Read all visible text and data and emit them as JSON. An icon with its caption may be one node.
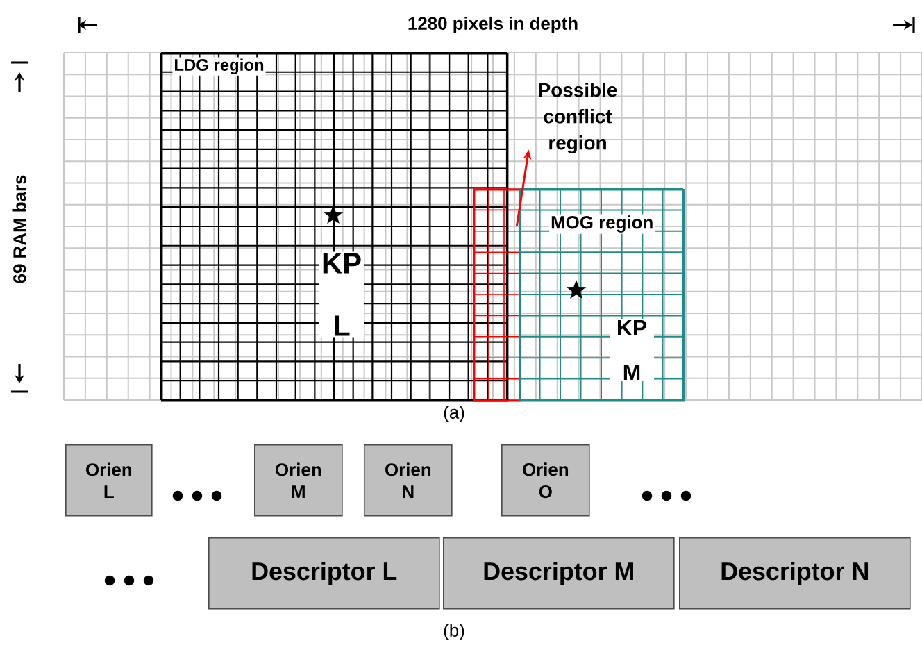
{
  "diagram": {
    "nodes": [
      {
        "text": [
          "LDG region"
        ]
      },
      {
        "text": [
          "Possible conflict region"
        ]
      },
      {
        "text": [],
        "shape": "box"
      },
      {
        "text": [
          "MOG region"
        ]
      },
      {
        "text": [
          "Orien L"
        ]
      },
      {
        "text": [
          "Orien M"
        ]
      },
      {
        "text": [
          "Orien N"
        ]
      },
      {
        "text": [
          "Orien O"
        ]
      },
      {
        "text": [
          "Descriptor L"
        ]
      },
      {
        "text": [
          "Descriptor M"
        ]
      },
      {
        "text": [
          "Descriptor N"
        ]
      }
    ],
    "edges": [
      {
        "from": 2,
        "to": 1,
        "arrow": "to",
        "color": "#ff0000"
      }
    ],
    "labels": [
      "1280 pixels in depth",
      "69 RAM bars",
      "KP L",
      "KP M",
      "(a)",
      "(b)"
    ]
  }
}
